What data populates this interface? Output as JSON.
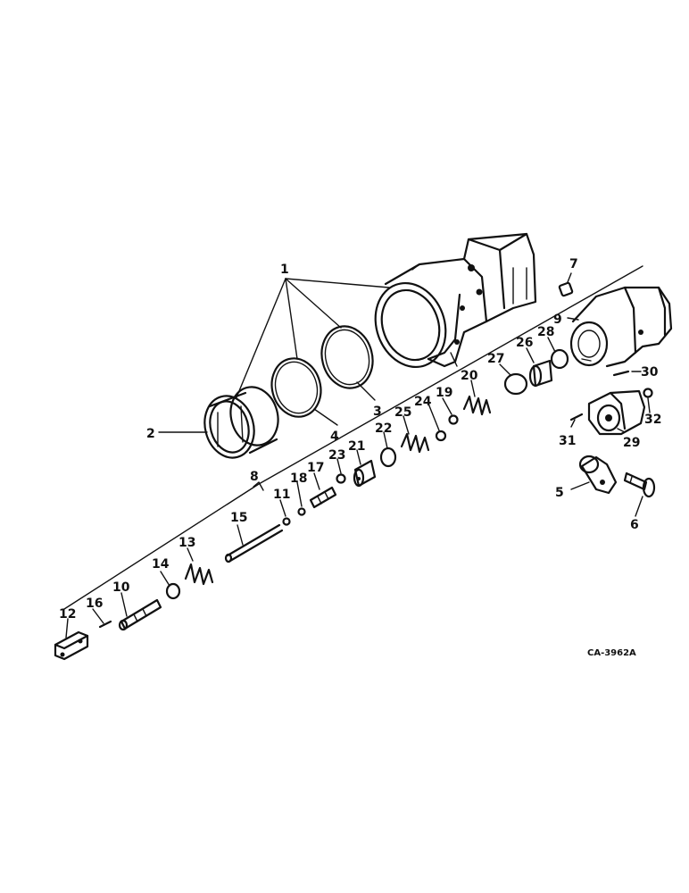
{
  "diagram": {
    "reference_code": "CA-3962A",
    "callouts": {
      "c1": "1",
      "c2": "2",
      "c3": "3",
      "c4": "4",
      "c5": "5",
      "c6": "6",
      "c7": "7",
      "c8": "8",
      "c9": "9",
      "c10": "10",
      "c11": "11",
      "c12": "12",
      "c13": "13",
      "c14": "14",
      "c15": "15",
      "c16": "16",
      "c17": "17",
      "c18": "18",
      "c19": "19",
      "c20": "20",
      "c21": "21",
      "c22": "22",
      "c23": "23",
      "c24": "24",
      "c25": "25",
      "c26": "26",
      "c27": "27",
      "c28": "28",
      "c29": "29",
      "c30": "30",
      "c31": "31",
      "c32": "32"
    }
  }
}
